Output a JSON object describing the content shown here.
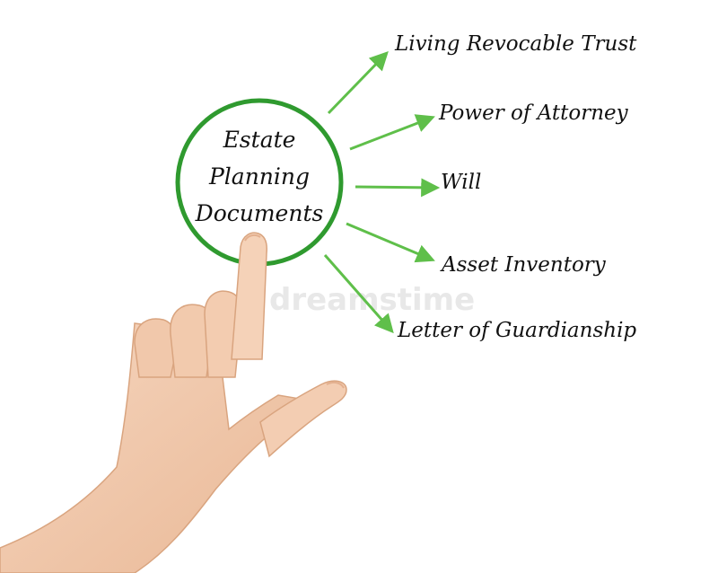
{
  "diagram": {
    "center": {
      "lines": [
        "Estate",
        "Planning",
        "Documents"
      ]
    },
    "items": [
      {
        "label": "Living Revocable Trust"
      },
      {
        "label": "Power of Attorney"
      },
      {
        "label": "Will"
      },
      {
        "label": "Asset Inventory"
      },
      {
        "label": "Letter of Guardianship"
      }
    ]
  },
  "watermark": {
    "text": "dreamstime"
  },
  "colors": {
    "circle_stroke": "#2f9a2f",
    "arrow": "#5fbf4a",
    "text": "#111111",
    "skin": "#f2c9ad"
  }
}
